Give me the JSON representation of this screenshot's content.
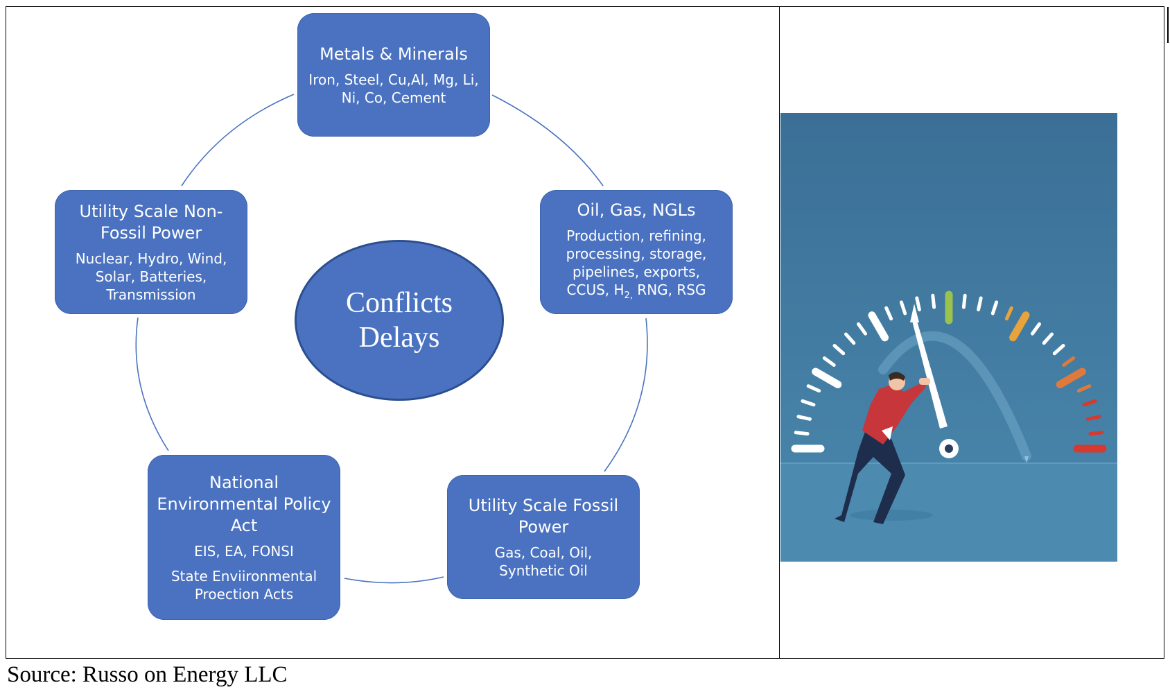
{
  "diagram": {
    "center": {
      "line1": "Conflicts",
      "line2": "Delays"
    },
    "nodes": {
      "metals": {
        "title": "Metals & Minerals",
        "subtitle": "Iron, Steel, Cu,Al, Mg, Li,\nNi, Co, Cement"
      },
      "oil_gas": {
        "title": "Oil, Gas, NGLs",
        "subtitle_a": "Production, refining,\nprocessing, storage,\npipelines, exports,\nCCUS, H",
        "subtitle_sub": "2,",
        "subtitle_b": " RNG, RSG"
      },
      "fossil": {
        "title": "Utility Scale Fossil\nPower",
        "subtitle": "Gas, Coal, Oil,\nSynthetic Oil"
      },
      "nepa": {
        "title": "National\nEnvironmental Policy\nAct",
        "subtitle": "EIS, EA, FONSI",
        "subtitle2": "State Enviironmental\nProection Acts"
      },
      "non_fossil": {
        "title": "Utility Scale Non-\nFossil Power",
        "subtitle": "Nuclear, Hydro, Wind,\nSolar, Batteries,\nTransmission"
      }
    },
    "colors": {
      "node_fill": "#4a72c0",
      "connector": "#4a72c0",
      "ellipse_border": "#2c4e8f"
    }
  },
  "illustration": {
    "description_icon": "speedometer-person-pushing-needle-icon",
    "colors": {
      "background": "#3f79a0",
      "needle": "#ffffff",
      "green": "#9bc24e",
      "orange": "#e8a33a",
      "red": "#d63a2f"
    }
  },
  "source": "Source: Russo on Energy LLC"
}
